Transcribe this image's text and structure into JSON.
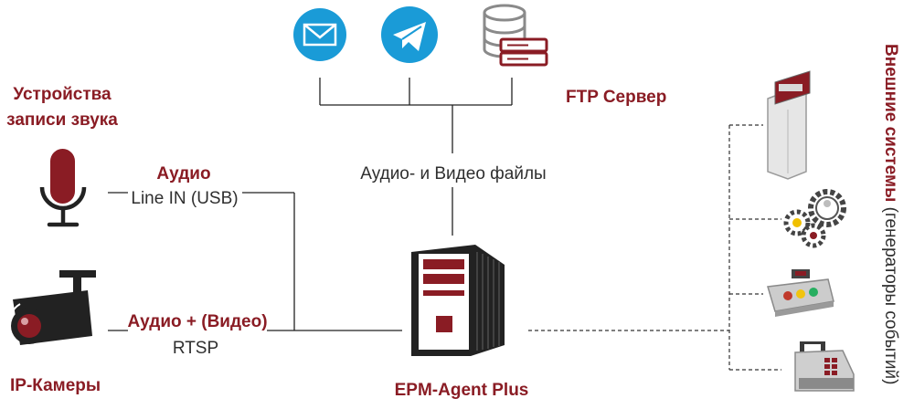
{
  "devices": {
    "sound_recorders_line1": "Устройства",
    "sound_recorders_line2": "записи звука",
    "ip_cameras": "IP-Камеры"
  },
  "connections": {
    "audio_title": "Аудио",
    "audio_sub": "Line IN (USB)",
    "av_title": "Аудио + (Видео)",
    "av_sub": "RTSP",
    "files": "Аудио- и Видео файлы",
    "ftp": "FTP Сервер"
  },
  "agent": {
    "name": "EPM-Agent Plus"
  },
  "external": {
    "title_red": "Внешние системы",
    "title_rest": " (генераторы событий)"
  },
  "colors": {
    "brand_red": "#8a1c24",
    "accent_blue": "#1a9bd7",
    "line": "#222222",
    "icon_gray": "#8a8a8a"
  },
  "icons": [
    "email-icon",
    "telegram-icon",
    "ftp-server-icon",
    "microphone-icon",
    "ip-camera-icon",
    "server-tower-icon",
    "kiosk-icon",
    "gears-icon",
    "traffic-button-icon",
    "cash-register-icon"
  ]
}
